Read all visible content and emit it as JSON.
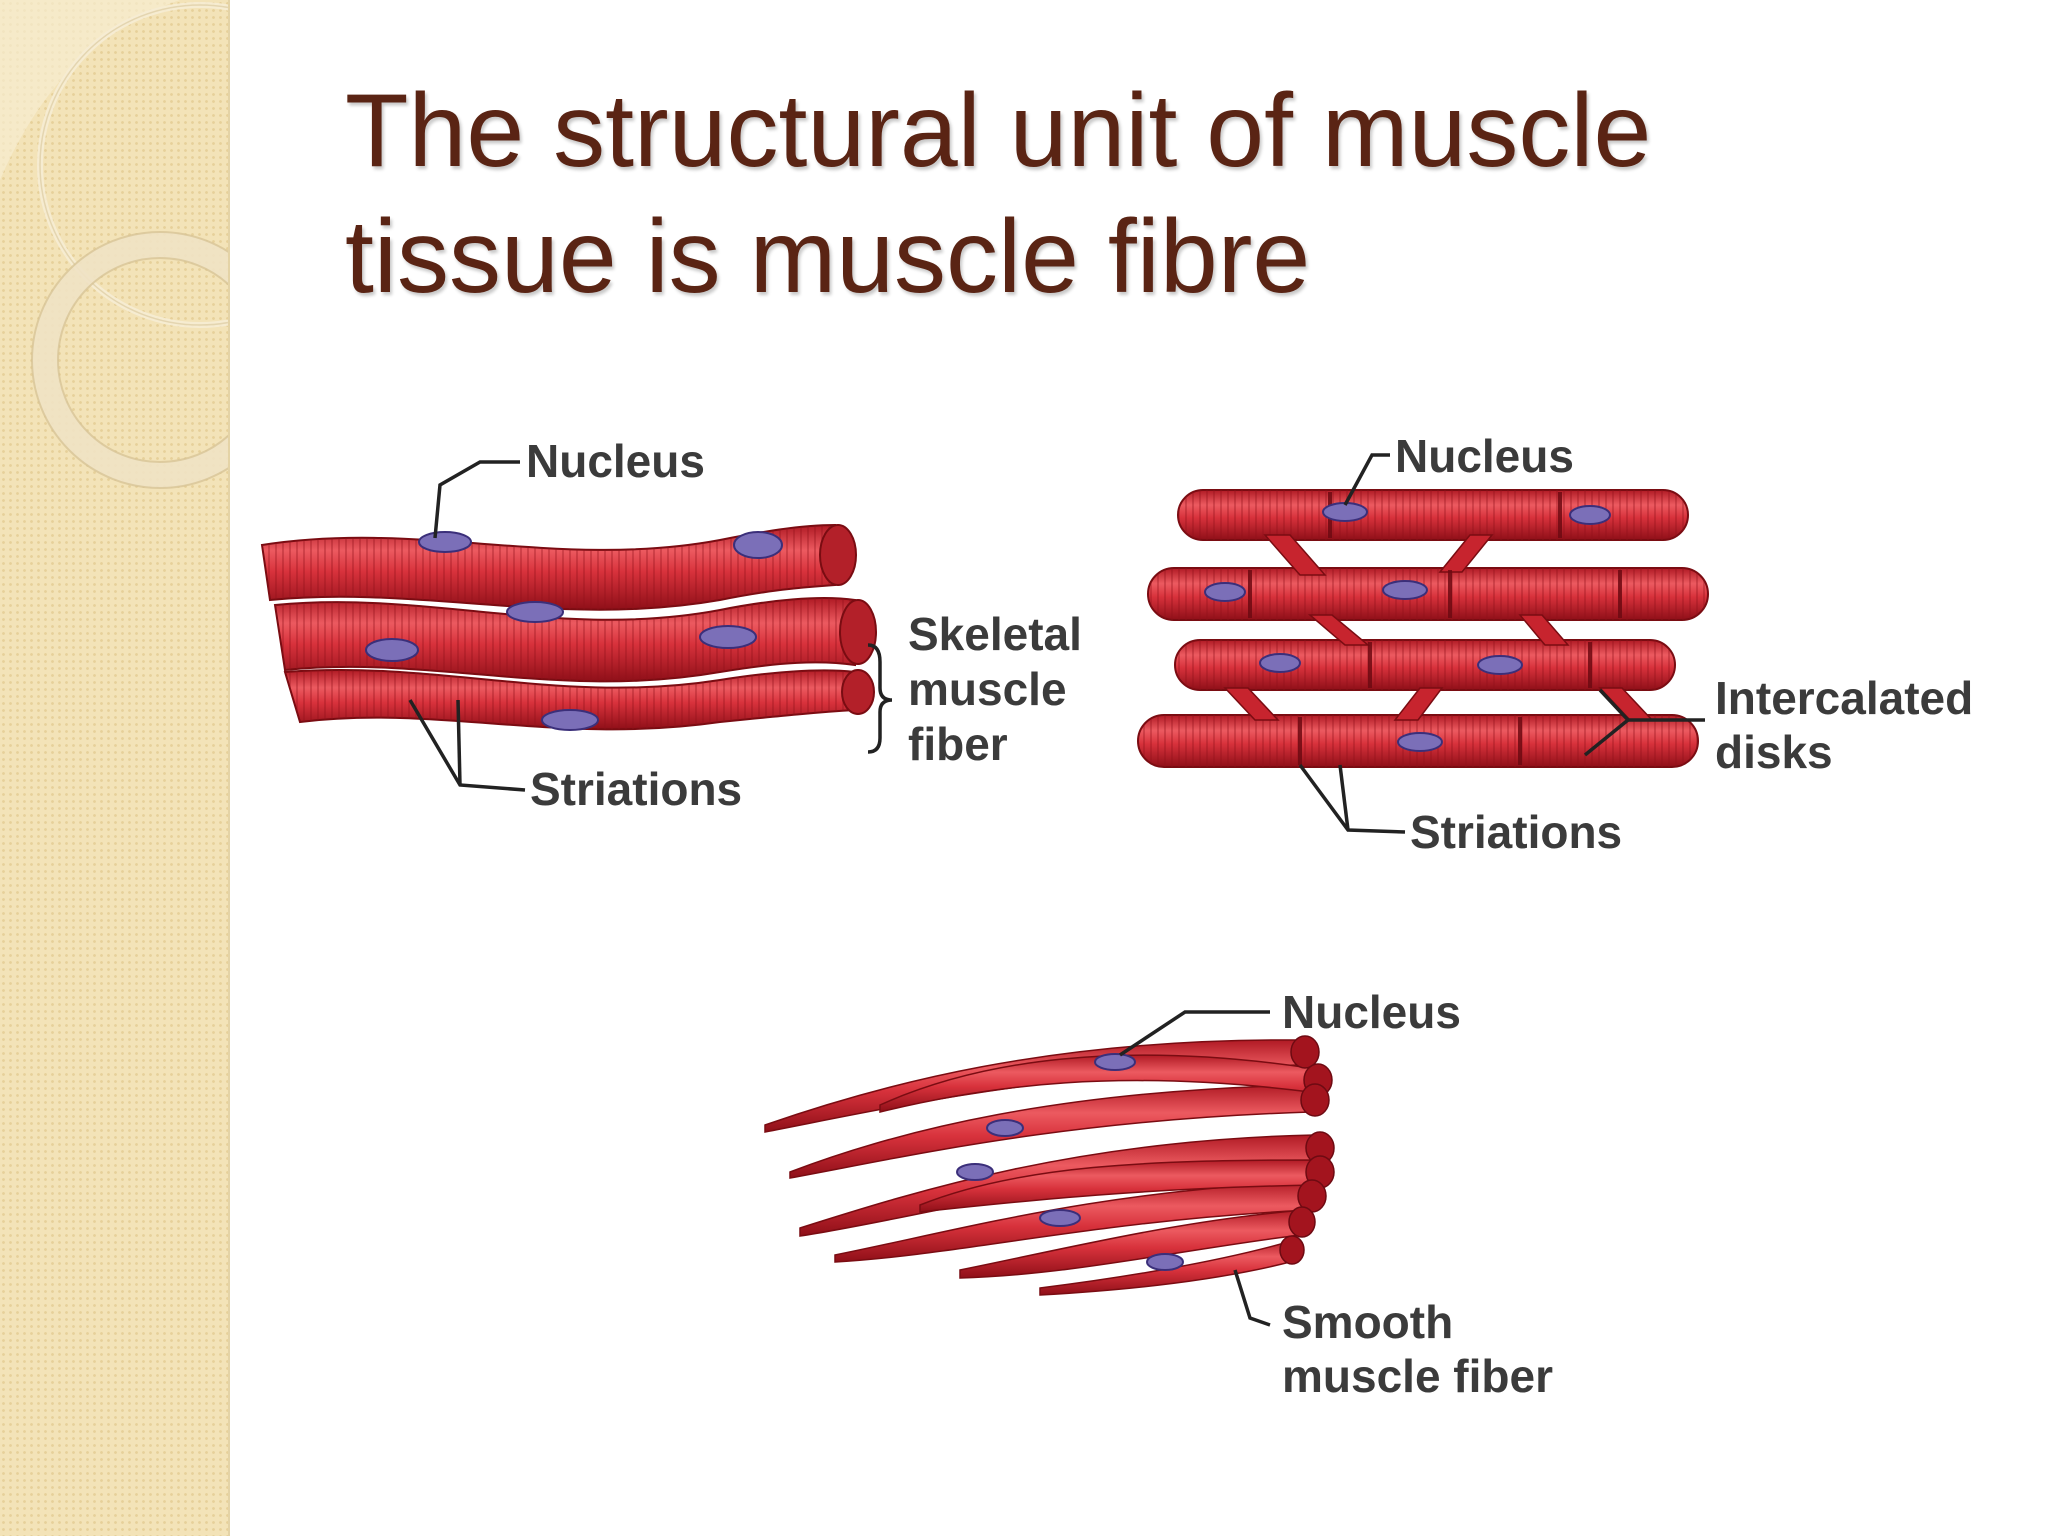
{
  "slide": {
    "title_line1": "The structural unit of muscle",
    "title_line2": "tissue is muscle fibre"
  },
  "colors": {
    "title": "#5a2414",
    "sidebar": "#f3e3b8",
    "fiber": "#d8323c",
    "fiber_dark": "#a3141e",
    "nucleus": "#7b6fb8"
  },
  "skeletal": {
    "nucleus_label": "Nucleus",
    "striations_label": "Striations",
    "fiber_label_1": "Skeletal",
    "fiber_label_2": "muscle",
    "fiber_label_3": "fiber"
  },
  "cardiac": {
    "nucleus_label": "Nucleus",
    "striations_label": "Striations",
    "disks_label_1": "Intercalated",
    "disks_label_2": "disks"
  },
  "smooth": {
    "nucleus_label": "Nucleus",
    "fiber_label_1": "Smooth",
    "fiber_label_2": "muscle fiber"
  }
}
